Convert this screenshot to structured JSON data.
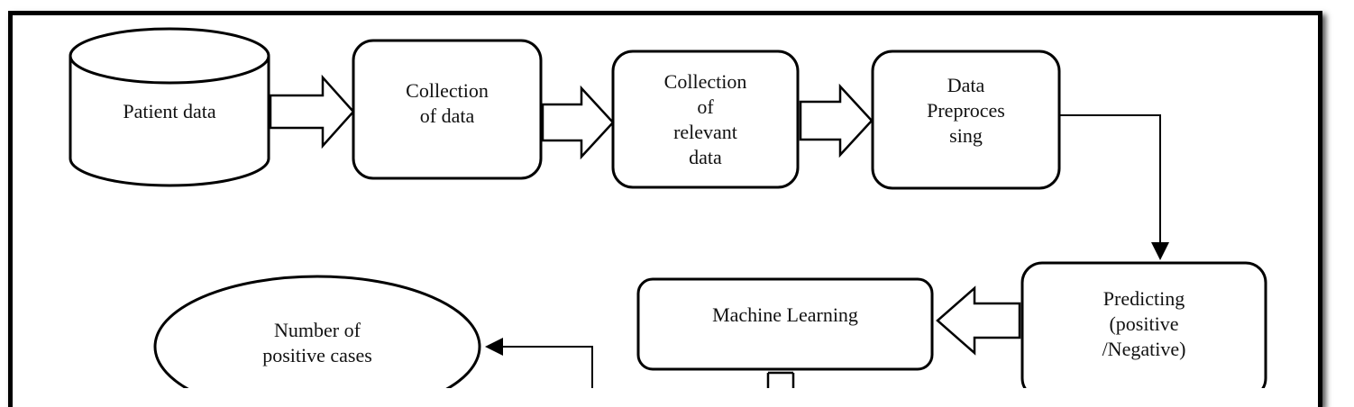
{
  "diagram": {
    "nodes": {
      "patient_data": "Patient data",
      "collection_of_data": "Collection\nof data",
      "collection_relevant": "Collection\nof\nrelevant\ndata",
      "data_preprocessing": "Data\nPreproces\nsing",
      "predicting": "Predicting\n(positive\n/Negative)",
      "machine_learning": "Machine Learning",
      "positive_cases": "Number of\npositive cases"
    }
  }
}
